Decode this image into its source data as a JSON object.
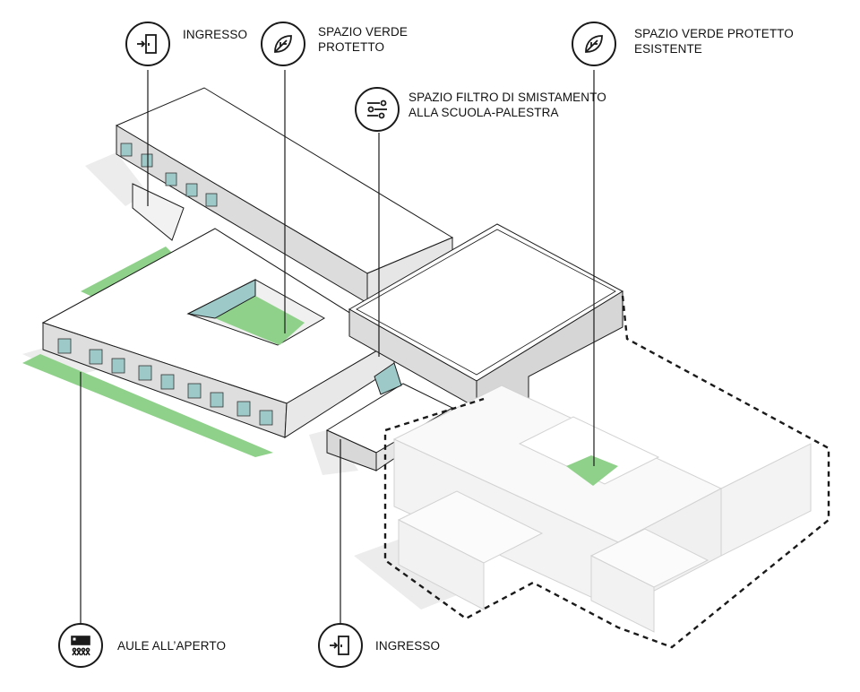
{
  "callouts": {
    "entrance_top": {
      "label": "INGRESSO",
      "icon": "door-entrance-icon"
    },
    "green_space": {
      "line1": "SPAZIO VERDE",
      "line2": "PROTETTO",
      "icon": "leaf-icon"
    },
    "filter_space": {
      "line1": "SPAZIO FILTRO DI SMISTAMENTO",
      "line2": "ALLA SCUOLA-PALESTRA",
      "icon": "sliders-icon"
    },
    "existing_green": {
      "label": "SPAZIO VERDE PROTETTO ESISTENTE",
      "icon": "leaf-icon"
    },
    "outdoor_classrooms": {
      "label": "AULE ALL’APERTO",
      "icon": "outdoor-classroom-icon"
    },
    "entrance_bottom": {
      "label": "INGRESSO",
      "icon": "door-entrance-icon"
    }
  },
  "colors": {
    "green": "#8fd18a",
    "glass": "#9ec9c9",
    "wall": "#e0e0e0",
    "roof": "#ffffff",
    "shadow": "#e9e9e9",
    "line": "#1a1a1a"
  }
}
